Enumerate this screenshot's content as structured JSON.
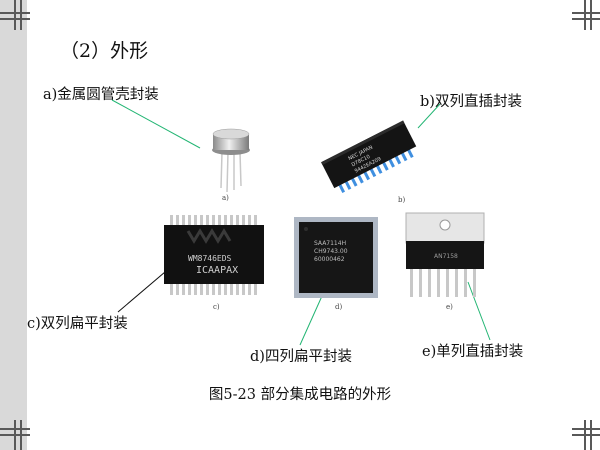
{
  "heading": "（2）外形",
  "labels": {
    "a": "a)金属圆管壳封装",
    "b": "b)双列直插封装",
    "c": "c)双列扁平封装",
    "d": "d)四列扁平封装",
    "e": "e)单列直插封装"
  },
  "sublabels": {
    "a": "a)",
    "b": "b)",
    "c": "c)",
    "d": "d)",
    "e": "e)"
  },
  "chip_text": {
    "dip": [
      "NEC JAPAN",
      "D78C10",
      "9442EA209"
    ],
    "sop": [
      "WM8746EDS",
      "ICAAPAX"
    ],
    "qfp": [
      "SAA7114H",
      "CH9743.00",
      "60000462"
    ],
    "sip": [
      "AN7158"
    ]
  },
  "caption": "图5-23  部分集成电路的外形",
  "colors": {
    "leader_line": "#22b573",
    "chip_body": "#111111",
    "pin_silver": "#c8c8c8",
    "dip_pin_blue": "#3f8fe0",
    "slide_edge": "#d9d9d9",
    "corner_bars": "#595959"
  }
}
